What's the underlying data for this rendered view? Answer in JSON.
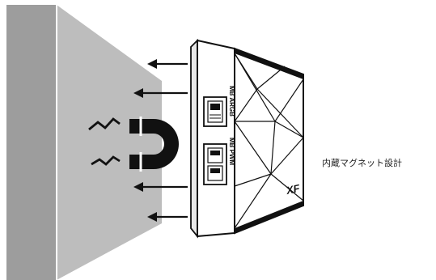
{
  "diagram": {
    "caption": "内蔵マグネット設計",
    "device": {
      "port_label_top": "MB ARGB",
      "port_label_bottom": "MB PWM",
      "logo_text": "XF"
    }
  },
  "colors": {
    "wall_front": "#9d9d9d",
    "wall_side": "#bdbdbd",
    "device_fill": "#ffffff",
    "device_stroke": "#111111",
    "magnet": "#111111",
    "arrow": "#111111"
  }
}
